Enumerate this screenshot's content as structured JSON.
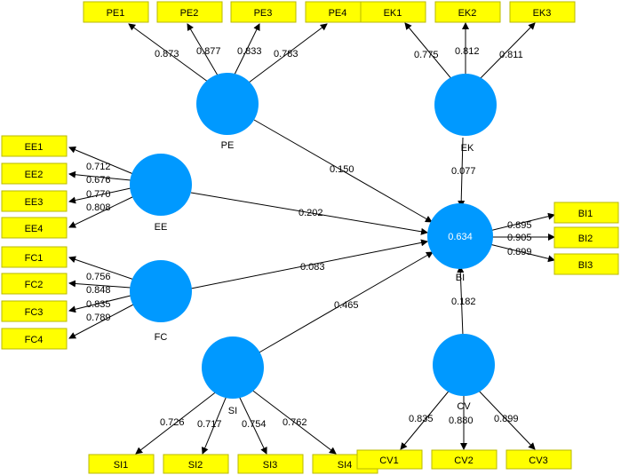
{
  "constructs": {
    "PE": {
      "name": "PE",
      "value": ""
    },
    "EK": {
      "name": "EK",
      "value": ""
    },
    "EE": {
      "name": "EE",
      "value": ""
    },
    "FC": {
      "name": "FC",
      "value": ""
    },
    "SI": {
      "name": "SI",
      "value": ""
    },
    "CV": {
      "name": "CV",
      "value": ""
    },
    "BI": {
      "name": "BI",
      "value": "0.634"
    }
  },
  "indicators": {
    "PE1": "PE1",
    "PE2": "PE2",
    "PE3": "PE3",
    "PE4": "PE4",
    "EK1": "EK1",
    "EK2": "EK2",
    "EK3": "EK3",
    "EE1": "EE1",
    "EE2": "EE2",
    "EE3": "EE3",
    "EE4": "EE4",
    "FC1": "FC1",
    "FC2": "FC2",
    "FC3": "FC3",
    "FC4": "FC4",
    "SI1": "SI1",
    "SI2": "SI2",
    "SI3": "SI3",
    "SI4": "SI4",
    "CV1": "CV1",
    "CV2": "CV2",
    "CV3": "CV3",
    "BI1": "BI1",
    "BI2": "BI2",
    "BI3": "BI3"
  },
  "loadings": {
    "PE1": "0.873",
    "PE2": "0.877",
    "PE3": "0.833",
    "PE4": "0.783",
    "EK1": "0.775",
    "EK2": "0.812",
    "EK3": "0.811",
    "EE1": "0.712",
    "EE2": "0.676",
    "EE3": "0.770",
    "EE4": "0.808",
    "FC1": "0.756",
    "FC2": "0.848",
    "FC3": "0.835",
    "FC4": "0.789",
    "SI1": "0.726",
    "SI2": "0.717",
    "SI3": "0.754",
    "SI4": "0.762",
    "CV1": "0.835",
    "CV2": "0.880",
    "CV3": "0.899",
    "BI1": "0.895",
    "BI2": "0.905",
    "BI3": "0.899"
  },
  "paths": {
    "PE_BI": "0.150",
    "EK_BI": "0.077",
    "EE_BI": "0.202",
    "FC_BI": "0.083",
    "SI_BI": "0.465",
    "CV_BI": "0.182"
  },
  "colors": {
    "construct_fill": "#0099ff",
    "indicator_fill": "#ffff00",
    "line": "#000000"
  }
}
